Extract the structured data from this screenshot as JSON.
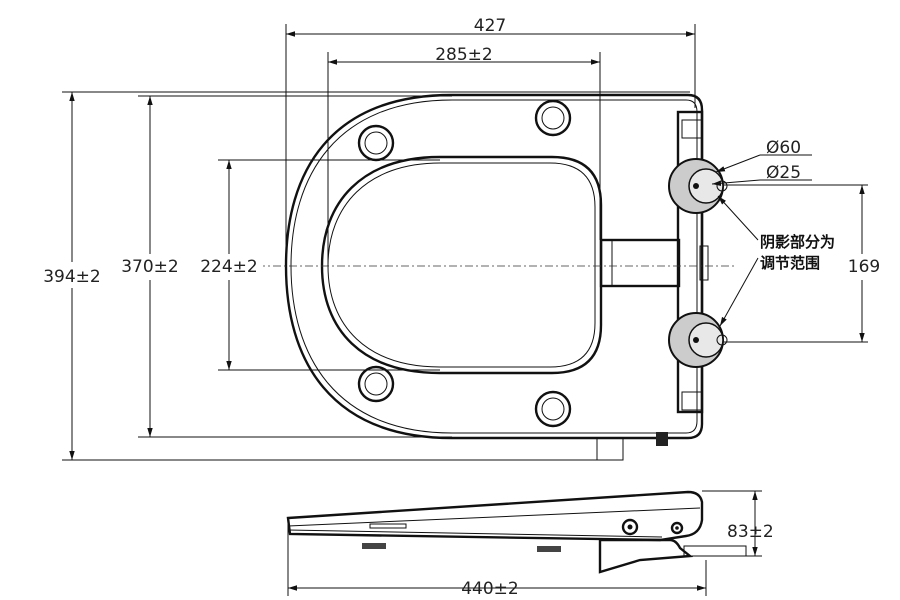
{
  "dimensions": {
    "top_overall_width": "427",
    "top_inner_width": "285±2",
    "overall_length": "394±2",
    "seat_length": "370±2",
    "opening_length": "224±2",
    "hinge_spacing": "169",
    "hinge_outer_dia": "Ø60",
    "hinge_inner_dia": "Ø25",
    "side_height": "83±2",
    "side_width": "440±2"
  },
  "annotation": {
    "line1": "阴影部分为",
    "line2": "调节范围"
  }
}
